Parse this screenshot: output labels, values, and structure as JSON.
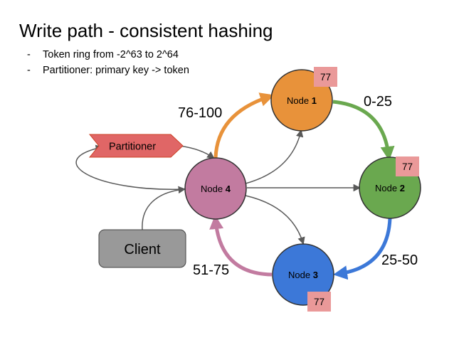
{
  "title": "Write path - consistent hashing",
  "bullets": [
    "Token ring from -2^63 to 2^64",
    "Partitioner: primary key -> token"
  ],
  "nodes": [
    {
      "prefix": "Node ",
      "number": "1",
      "color": "#e8923a"
    },
    {
      "prefix": "Node ",
      "number": "2",
      "color": "#6aa84f"
    },
    {
      "prefix": "Node ",
      "number": "3",
      "color": "#3c78d8"
    },
    {
      "prefix": "Node ",
      "number": "4",
      "color": "#c27ba0"
    }
  ],
  "badges": [
    "77",
    "77",
    "77"
  ],
  "ranges": [
    "0-25",
    "25-50",
    "51-75",
    "76-100"
  ],
  "partitioner_label": "Partitioner",
  "client_label": "Client",
  "colors": {
    "badge": "#ea9999",
    "partitioner": "#e06666",
    "client": "#999999",
    "connector": "#595959"
  }
}
